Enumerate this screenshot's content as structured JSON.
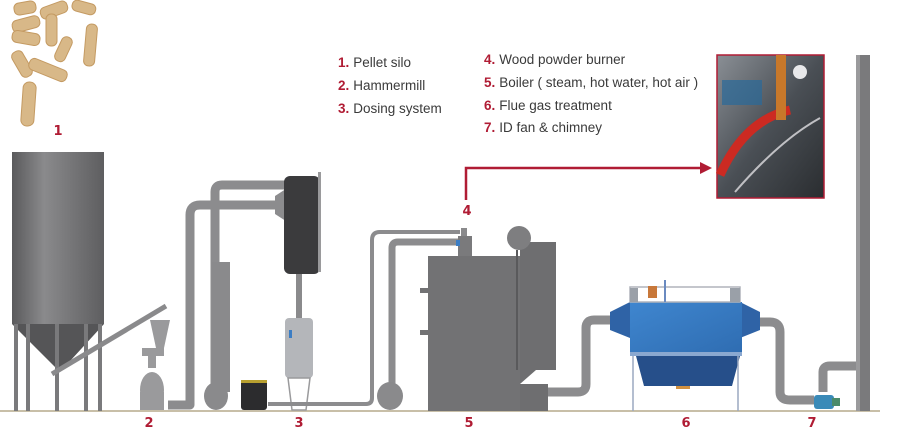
{
  "legend": {
    "left": [
      {
        "num": "1.",
        "label": "Pellet silo"
      },
      {
        "num": "2.",
        "label": "Hammermill"
      },
      {
        "num": "3.",
        "label": "Dosing system"
      }
    ],
    "right": [
      {
        "num": "4.",
        "label": "Wood powder burner"
      },
      {
        "num": "5.",
        "label": "Boiler ( steam, hot water, hot air )"
      },
      {
        "num": "6.",
        "label": "Flue gas treatment"
      },
      {
        "num": "7.",
        "label": "ID fan & chimney"
      }
    ]
  },
  "stage_markers": {
    "s1": "1",
    "s2": "2",
    "s3": "3",
    "s4": "4",
    "s5": "5",
    "s6": "6",
    "s7": "7"
  },
  "colors": {
    "accent_red": "#b01c34",
    "equipment_gray": "#6e6e70",
    "filter_blue": "#3b7dc4",
    "ground": "#c8bfa8"
  }
}
